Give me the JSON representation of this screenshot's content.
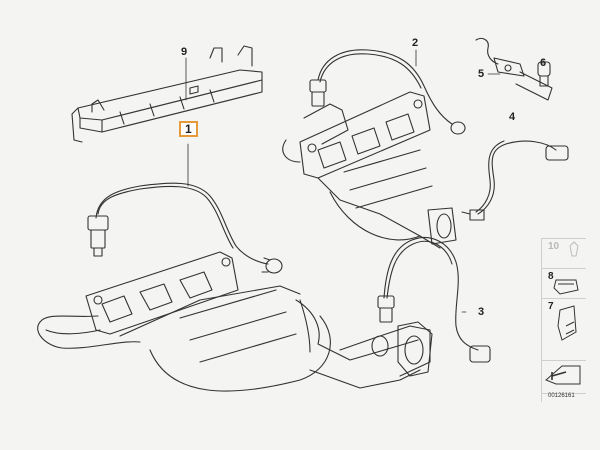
{
  "labels": {
    "part_1": "1",
    "part_2": "2",
    "part_3": "3",
    "part_4": "4",
    "part_5": "5",
    "part_6": "6",
    "part_9": "9"
  },
  "side_panel": {
    "items": [
      {
        "num": "10",
        "icon": "bolt-icon"
      },
      {
        "num": "8",
        "icon": "clip-icon"
      },
      {
        "num": "7",
        "icon": "clamp-icon"
      },
      {
        "num": "",
        "icon": "arrow-icon"
      }
    ]
  },
  "reference_code": "00126161",
  "colors": {
    "highlight_box": "#e69a3a",
    "line": "#333333"
  }
}
